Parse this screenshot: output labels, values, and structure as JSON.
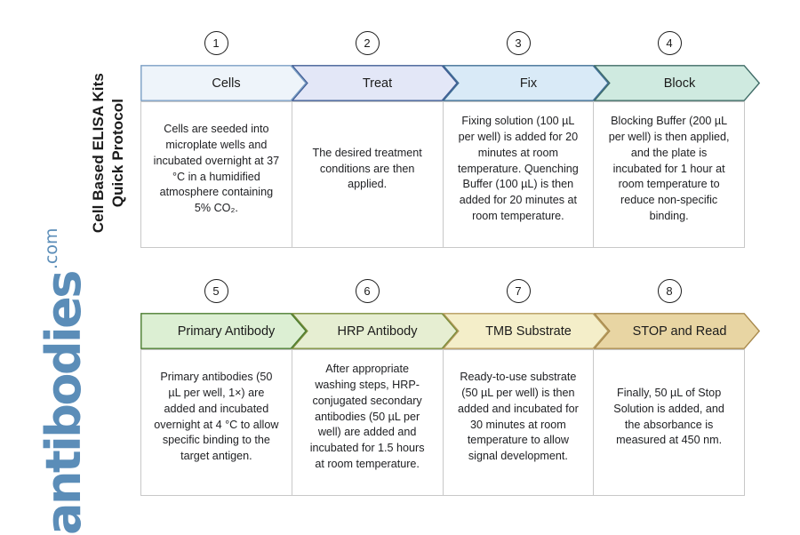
{
  "brand": {
    "title_line_1": "Cell Based ELISA Kits",
    "title_line_2": "Quick Protocol",
    "logo_word": "antibodies",
    "logo_tld": ".com",
    "logo_color": "#5b8db8"
  },
  "rows": [
    {
      "row_name": "row-1",
      "steps": [
        {
          "number": "1",
          "label": "Cells",
          "description": "Cells are seeded into microplate wells and incubated overnight at 37 °C in a humidified atmosphere containing 5% CO₂.",
          "fill": "#eef4fa",
          "stroke": "#7a9ec4"
        },
        {
          "number": "2",
          "label": "Treat",
          "description": "The desired treatment conditions are then applied.",
          "fill": "#e3e7f7",
          "stroke": "#3f5c94"
        },
        {
          "number": "3",
          "label": "Fix",
          "description": "Fixing solution (100 µL per well) is added for 20 minutes at room temperature. Quenching Buffer (100 µL) is then added for 20 minutes at room temperature.",
          "fill": "#d9eaf7",
          "stroke": "#3f6f94"
        },
        {
          "number": "4",
          "label": "Block",
          "description": "Blocking Buffer (200 µL per well) is then applied, and the plate is incubated for 1 hour at room temperature to reduce non-specific binding.",
          "fill": "#cfeae0",
          "stroke": "#3f6b66"
        }
      ]
    },
    {
      "row_name": "row-2",
      "steps": [
        {
          "number": "5",
          "label": "Primary Antibody",
          "description": "Primary antibodies (50 µL per well, 1×) are added and incubated overnight at 4 °C to allow specific binding to the target antigen.",
          "fill": "#dcefd3",
          "stroke": "#4a7c2f"
        },
        {
          "number": "6",
          "label": "HRP Antibody",
          "description": "After appropriate washing steps, HRP-conjugated secondary antibodies (50 µL per well) are added and incubated for 1.5 hours at room temperature.",
          "fill": "#e6eed2",
          "stroke": "#7a8c3a"
        },
        {
          "number": "7",
          "label": "TMB Substrate",
          "description": "Ready-to-use substrate (50 µL per well) is then added and incubated for 30 minutes at room temperature to allow signal development.",
          "fill": "#f4eec9",
          "stroke": "#b59a5c"
        },
        {
          "number": "8",
          "label": "STOP and Read",
          "description": "Finally, 50 µL of Stop Solution is added, and the absorbance is measured at 450 nm.",
          "fill": "#e8d5a3",
          "stroke": "#a8894d"
        }
      ]
    }
  ]
}
